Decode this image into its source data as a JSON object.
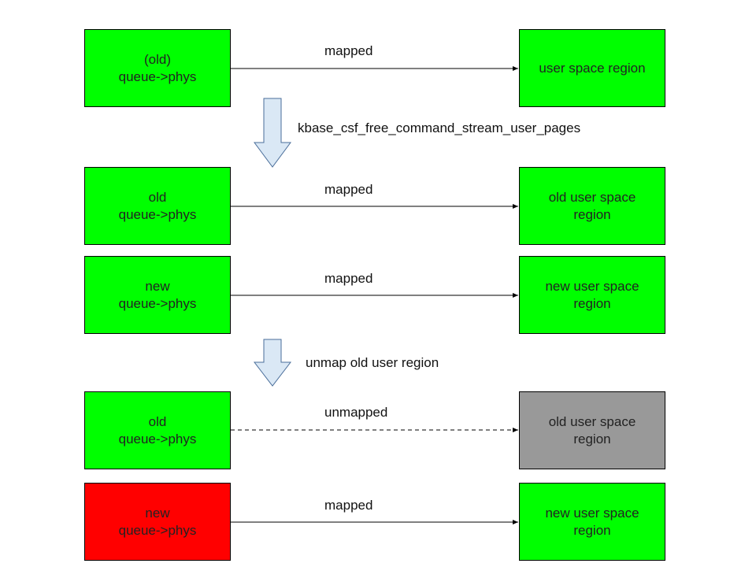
{
  "colors": {
    "active": "#00ff00",
    "freed": "#ff0000",
    "unmapped": "#999999",
    "step_arrow_fill": "#dae8f5",
    "step_arrow_stroke": "#4a6e9a"
  },
  "rows": [
    {
      "left": "(old)\nqueue->phys",
      "right": "user space region",
      "link": "mapped",
      "left_state": "active",
      "right_state": "active",
      "link_style": "solid"
    },
    {
      "left": "old\nqueue->phys",
      "right": "old user space\nregion",
      "link": "mapped",
      "left_state": "active",
      "right_state": "active",
      "link_style": "solid"
    },
    {
      "left": "new\nqueue->phys",
      "right": "new user space\nregion",
      "link": "mapped",
      "left_state": "active",
      "right_state": "active",
      "link_style": "solid"
    },
    {
      "left": "old\nqueue->phys",
      "right": "old user space\nregion",
      "link": "unmapped",
      "left_state": "active",
      "right_state": "unmapped",
      "link_style": "dashed"
    },
    {
      "left": "new\nqueue->phys",
      "right": "new user space\nregion",
      "link": "mapped",
      "left_state": "freed",
      "right_state": "active",
      "link_style": "solid"
    }
  ],
  "steps": [
    {
      "label": "kbase_csf_free_command_stream_user_pages"
    },
    {
      "label": "unmap old user region"
    }
  ]
}
